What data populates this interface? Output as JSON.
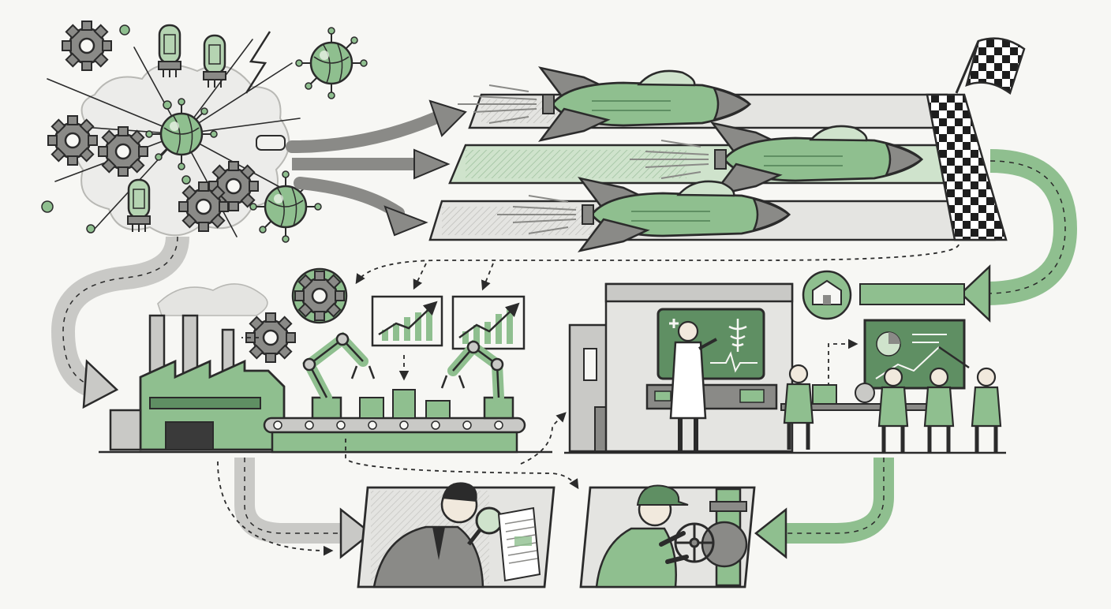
{
  "colors": {
    "background": "#f7f7f4",
    "ink": "#2b2b2b",
    "green": "#8fbf8f",
    "green_dark": "#5f8f63",
    "green_light": "#cfe3cc",
    "gray": "#c9c9c6",
    "gray_dark": "#8a8a87"
  },
  "icons": [
    "gear-icon",
    "vacuum-tube-icon",
    "virus-orb-icon",
    "lightning-icon",
    "rocket-icon",
    "checkered-flag-icon",
    "factory-icon",
    "robot-arm-icon",
    "conveyor-belt-icon",
    "growth-chart-icon",
    "school-building-icon",
    "caduceus-icon",
    "magnifying-glass-icon",
    "valve-wheel-icon"
  ],
  "panels": {
    "origin": "chaotic-explosion",
    "race": "rocket-race",
    "industry": "factory-automation",
    "services": "hospital-and-classroom",
    "analyst": "document-inspection",
    "worker": "pipe-maintenance"
  }
}
